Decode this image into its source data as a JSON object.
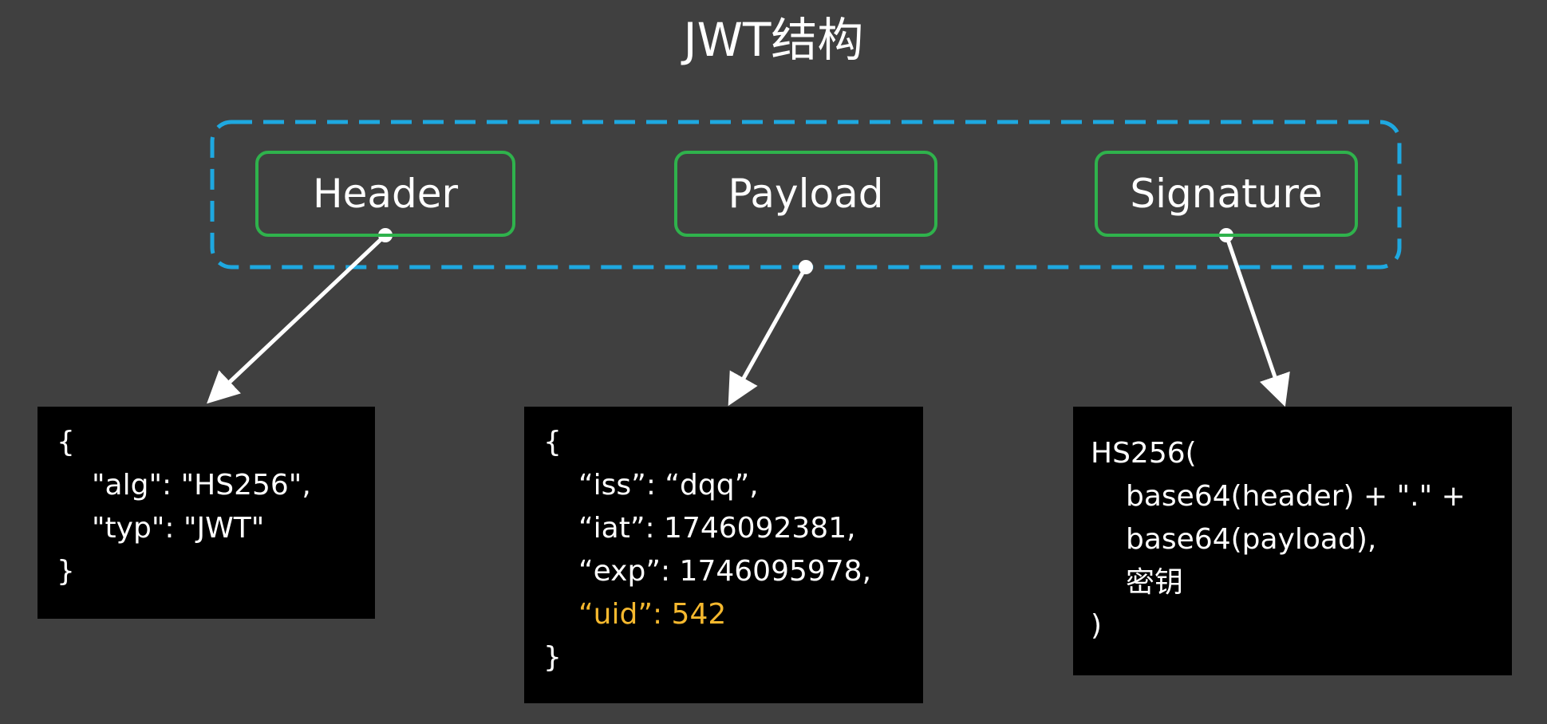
{
  "title": "JWT结构",
  "colors": {
    "background": "#404040",
    "group_border": "#1ea8e0",
    "part_border": "#2fb24c",
    "arrow": "#ffffff",
    "code_bg": "#000000",
    "highlight": "#f5b82e"
  },
  "parts": [
    {
      "label": "Header"
    },
    {
      "label": "Payload"
    },
    {
      "label": "Signature"
    }
  ],
  "header_code": {
    "open": "{",
    "lines": [
      "\"alg\": \"HS256\",",
      "\"typ\": \"JWT\""
    ],
    "close": "}"
  },
  "payload_code": {
    "open": "{",
    "lines": [
      "“iss”: “dqq”,",
      "“iat”: 1746092381,",
      "“exp”: 1746095978,"
    ],
    "highlight_line": "“uid”: 542",
    "close": "}"
  },
  "signature_code": {
    "open": "HS256(",
    "lines": [
      "base64(header) + \".\" +",
      "base64(payload),",
      "密钥"
    ],
    "close": ")"
  }
}
